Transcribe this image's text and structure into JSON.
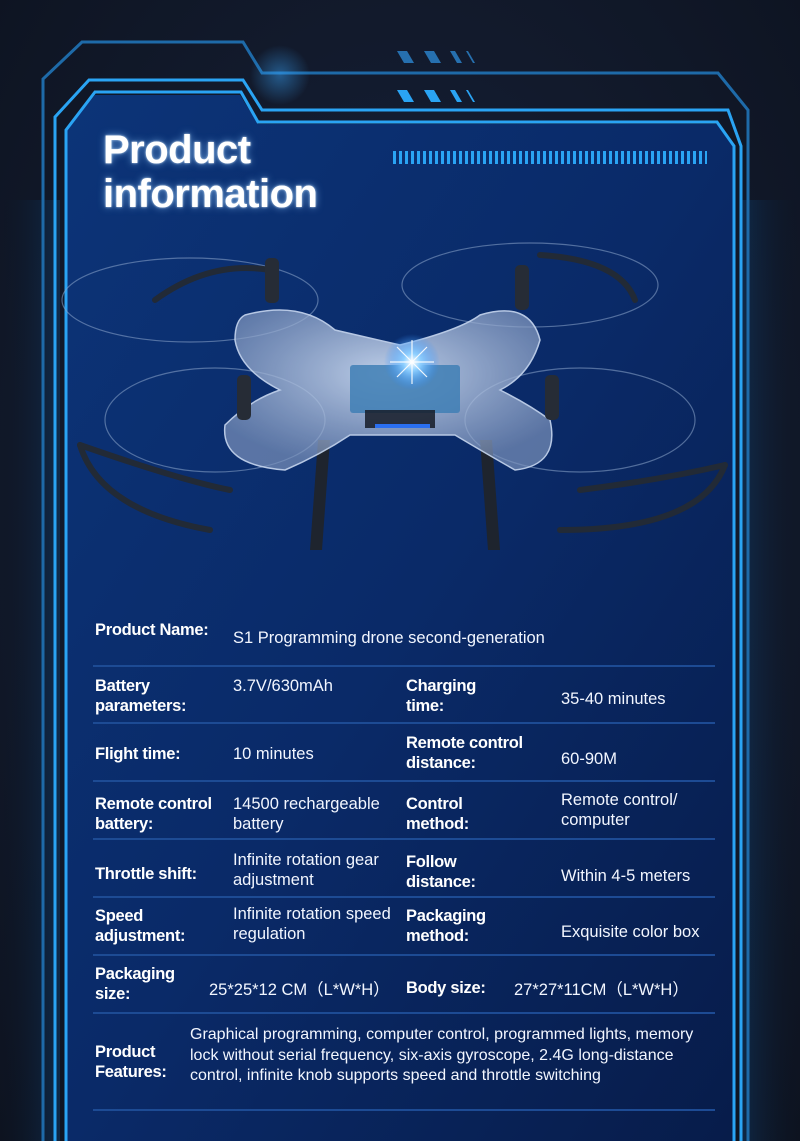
{
  "header": {
    "title_line1": "Product",
    "title_line2": "information"
  },
  "colors": {
    "accent": "#2aa4f4",
    "frame_dim": "#1e6aa8",
    "panel": "#0b2a66",
    "divider": "#1d4b94"
  },
  "image": {
    "subject": "transparent quadcopter drone with spinning propellers",
    "icon": "drone-icon"
  },
  "specs": {
    "product_name": {
      "label": "Product Name:",
      "value": "S1 Programming drone second-generation"
    },
    "battery_parameters": {
      "label": "Battery parameters:",
      "value": "3.7V/630mAh"
    },
    "charging_time": {
      "label": "Charging time:",
      "value": "35-40 minutes"
    },
    "flight_time": {
      "label": "Flight time:",
      "value": "10 minutes"
    },
    "remote_control_distance": {
      "label": "Remote control distance:",
      "value": "60-90M"
    },
    "remote_control_battery": {
      "label": "Remote control battery:",
      "value": "14500 rechargeable battery"
    },
    "control_method": {
      "label": "Control method:",
      "value": "Remote control/ computer"
    },
    "throttle_shift": {
      "label": "Throttle shift:",
      "value": "Infinite rotation gear adjustment"
    },
    "follow_distance": {
      "label": "Follow distance:",
      "value": "Within 4-5 meters"
    },
    "speed_adjustment": {
      "label": "Speed adjustment:",
      "value": "Infinite rotation speed regulation"
    },
    "packaging_method": {
      "label": "Packaging method:",
      "value": "Exquisite color box"
    },
    "packaging_size": {
      "label": "Packaging size:",
      "value": "25*25*12 CM（L*W*H）"
    },
    "body_size": {
      "label": "Body size:",
      "value": "27*27*11CM（L*W*H）"
    },
    "product_features": {
      "label": "Product Features:",
      "value": "Graphical programming, computer control, programmed lights, memory lock without serial frequency, six-axis gyroscope, 2.4G long-distance control, infinite knob supports speed and throttle switching"
    }
  }
}
